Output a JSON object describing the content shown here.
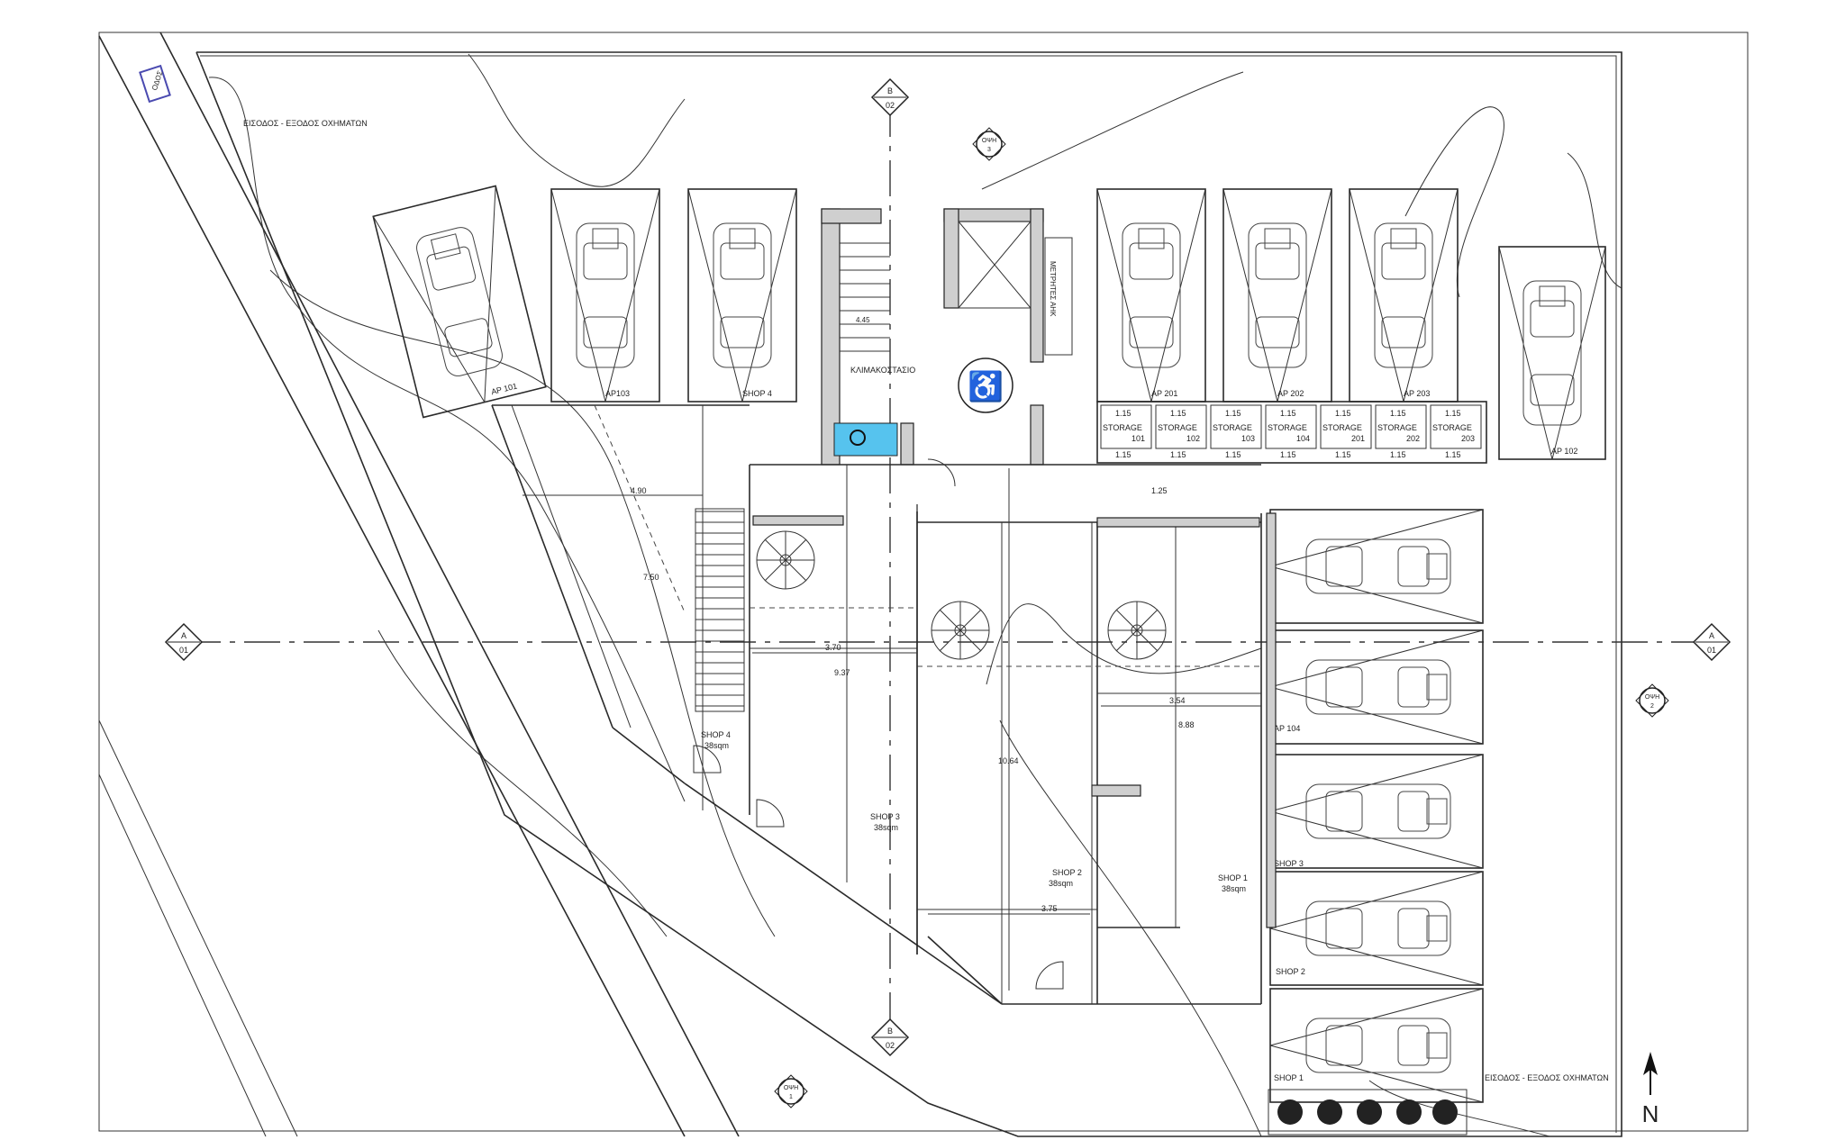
{
  "labels": {
    "entry_top": "ΕΙΣΟΔΟΣ - ΕΞΟΔΟΣ ΟΧΗΜΑΤΩΝ",
    "entry_bottom": "ΕΙΣΟΔΟΣ - ΕΞΟΔΟΣ ΟΧΗΜΑΤΩΝ",
    "road_tag": "ΟΔΟΣ",
    "stair_hall": "ΚΛΙΜΑΚΟΣΤΑΣΙΟ",
    "meter_room": "ΜΕΤΡΗΤΕΣ ΑΗΚ",
    "stair_dim": "4.45",
    "north": "N"
  },
  "section_markers": {
    "a_left": {
      "top": "A",
      "bottom": "01"
    },
    "a_right": {
      "top": "A",
      "bottom": "01"
    },
    "b_top": {
      "top": "B",
      "bottom": "02"
    },
    "b_bottom": {
      "top": "B",
      "bottom": "02"
    }
  },
  "views": {
    "v1": {
      "top": "ΟΨΗ",
      "bottom": "1"
    },
    "v2": {
      "top": "ΟΨΗ",
      "bottom": "2"
    },
    "v3": {
      "top": "ΟΨΗ",
      "bottom": "3"
    }
  },
  "parking_top": [
    "AP 101",
    "AP103",
    "SHOP 4",
    "AP 201",
    "AP 202",
    "AP 203",
    "AP 102"
  ],
  "parking_right": [
    "AP 104",
    "SHOP 3",
    "SHOP 2",
    "SHOP 1"
  ],
  "storage": [
    {
      "name": "STORAGE",
      "num": "101",
      "top": "1.15",
      "bottom": "1.15"
    },
    {
      "name": "STORAGE",
      "num": "102",
      "top": "1.15",
      "bottom": "1.15"
    },
    {
      "name": "STORAGE",
      "num": "103",
      "top": "1.15",
      "bottom": "1.15"
    },
    {
      "name": "STORAGE",
      "num": "104",
      "top": "1.15",
      "bottom": "1.15"
    },
    {
      "name": "STORAGE",
      "num": "201",
      "top": "1.15",
      "bottom": "1.15"
    },
    {
      "name": "STORAGE",
      "num": "202",
      "top": "1.15",
      "bottom": "1.15"
    },
    {
      "name": "STORAGE",
      "num": "203",
      "top": "1.15",
      "bottom": "1.15"
    }
  ],
  "shops": {
    "shop4": {
      "name": "SHOP 4",
      "area": "38sqm"
    },
    "shop3": {
      "name": "SHOP 3",
      "area": "38sqm"
    },
    "shop2": {
      "name": "SHOP 2",
      "area": "38sqm"
    },
    "shop1": {
      "name": "SHOP 1",
      "area": "38sqm"
    }
  },
  "dimensions": {
    "d_490": "4.90",
    "d_750": "7.50",
    "d_370": "3.70",
    "d_937": "9.37",
    "d_1064": "10.64",
    "d_354": "3.54",
    "d_888": "8.88",
    "d_375": "3.75",
    "d_125": "1.25"
  },
  "colors": {
    "accent_cyan": "#56c3ee",
    "line": "#2a2a2a",
    "wall_hatch": "#cfcfcf",
    "road_tag": "#4a4ab0"
  }
}
